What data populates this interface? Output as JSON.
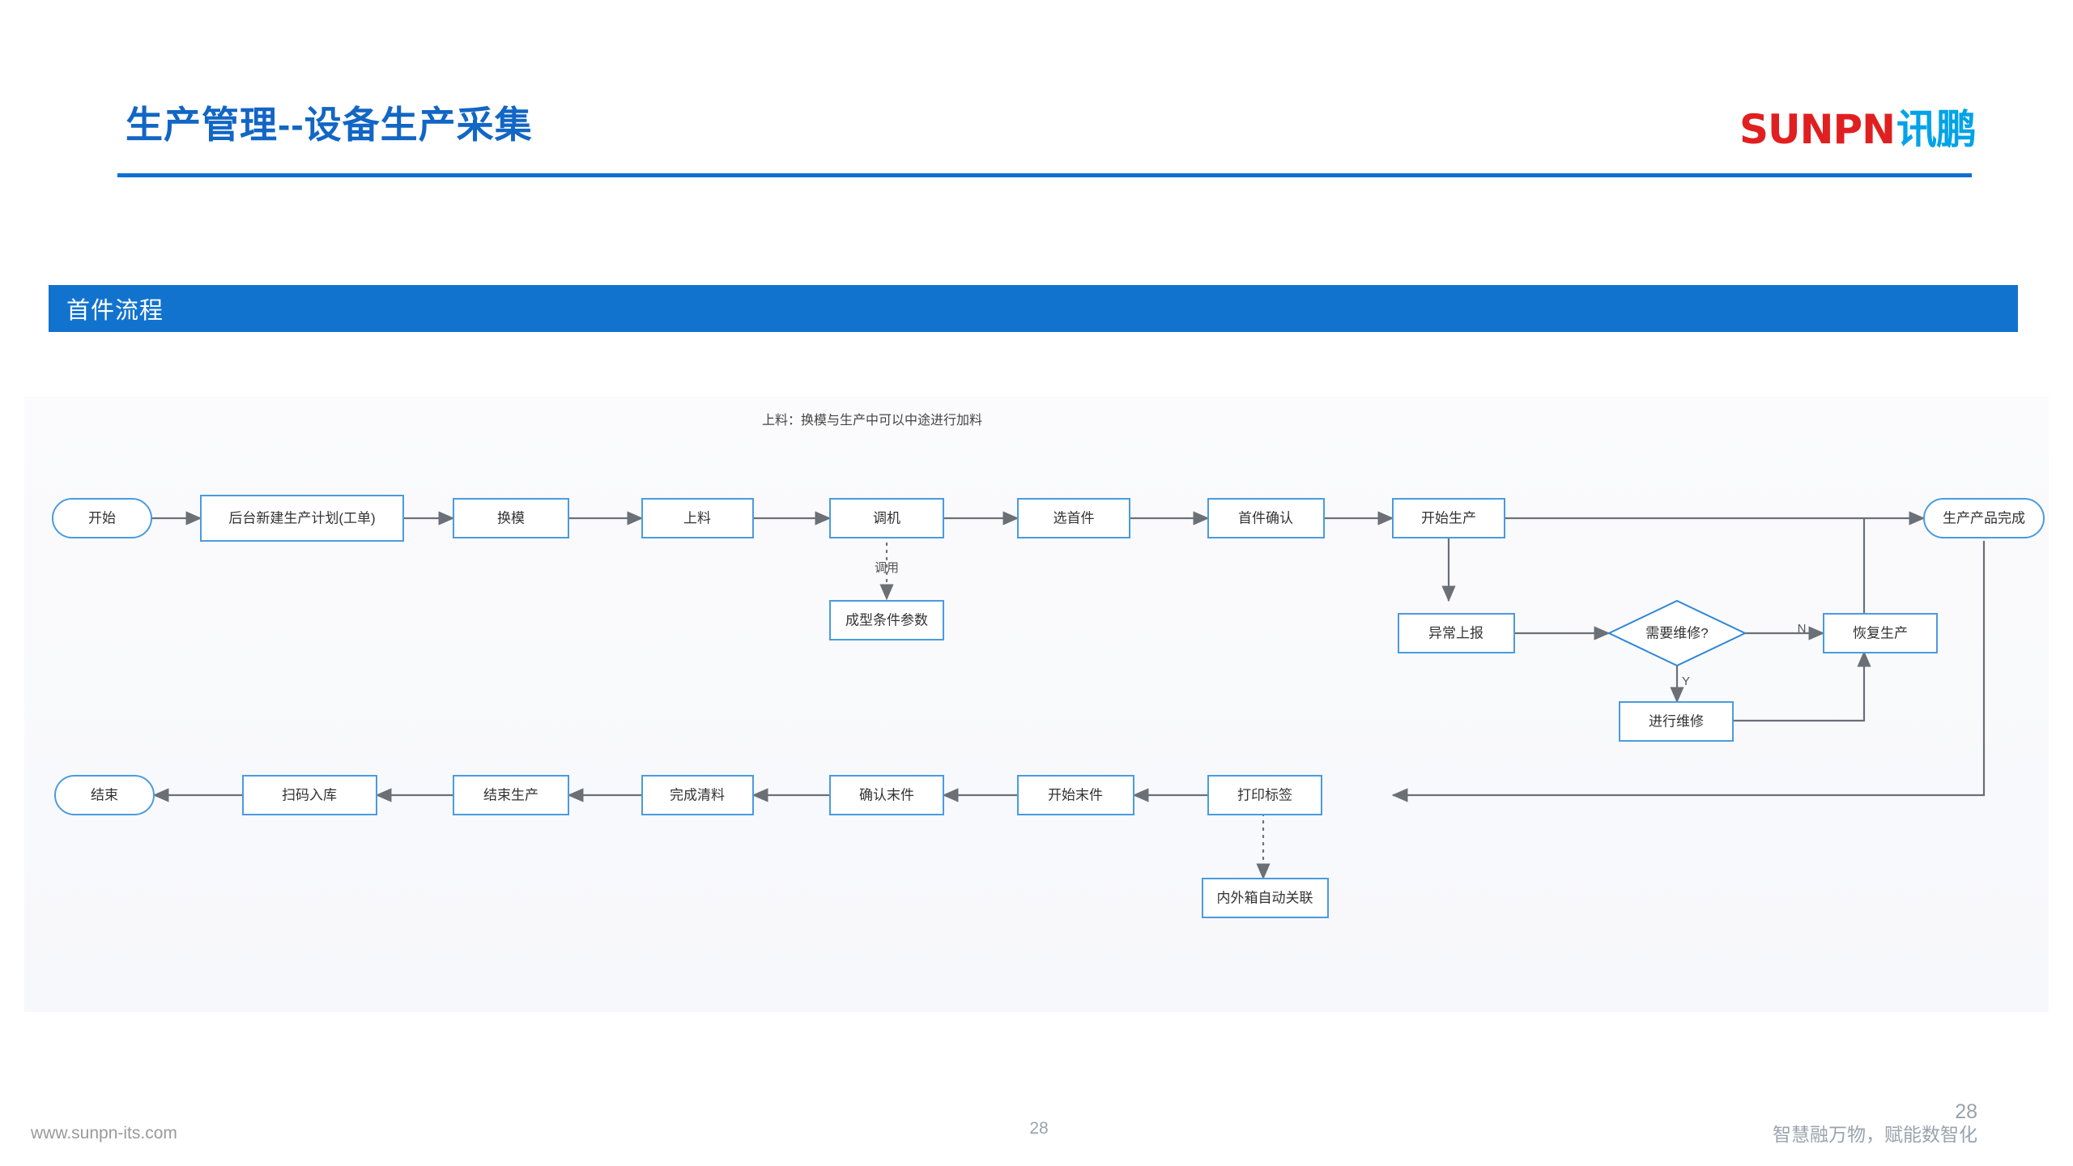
{
  "header": {
    "title": "生产管理--设备生产采集",
    "logo_latin": "SUNPN",
    "logo_cjk": "讯鹏",
    "logo_latin_color": "#E02020",
    "logo_cjk_color": "#00A3E8",
    "title_color": "#1266C4",
    "rule_color": "#0F6FD1"
  },
  "section": {
    "label": "首件流程",
    "bar_color": "#1273CE",
    "text_color": "#FFFFFF"
  },
  "flow": {
    "note": "上料：换模与生产中可以中途进行加料",
    "node_border_color": "#4A9BE0",
    "decision_border_color": "#2E86D8",
    "connector_color": "#6B6F76",
    "nodes": {
      "start": "开始",
      "create_plan": "后台新建生产计划(工单)",
      "change_mold": "换模",
      "feed_material": "上料",
      "adjust_machine": "调机",
      "mold_params": "成型条件参数",
      "select_first_piece": "选首件",
      "confirm_first_piece": "首件确认",
      "start_production": "开始生产",
      "production_done": "生产产品完成",
      "abnormal_report": "异常上报",
      "need_repair": "需要维修?",
      "resume_production": "恢复生产",
      "do_repair": "进行维修",
      "print_label": "打印标签",
      "box_auto_link": "内外箱自动关联",
      "start_last_piece": "开始末件",
      "confirm_last_piece": "确认末件",
      "finish_cleanup": "完成清料",
      "end_production": "结束生产",
      "scan_instock": "扫码入库",
      "end": "结束"
    },
    "edge_labels": {
      "call": "调用",
      "yes": "Y",
      "no": "N"
    }
  },
  "footer": {
    "url": "www.sunpn-its.com",
    "page_center": "28",
    "page_right": "28",
    "slogan": "智慧融万物，赋能数智化"
  }
}
